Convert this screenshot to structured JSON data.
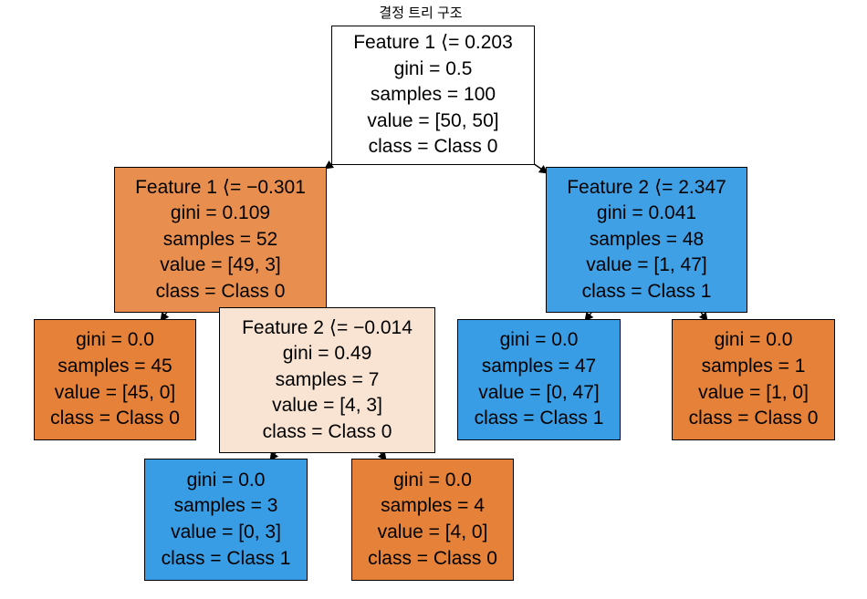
{
  "title": "결정 트리 구조",
  "colors": {
    "class0_orange": "#e58139",
    "class1_blue": "#399de5",
    "left_split_orange": "#e88f50",
    "right_split_blue": "#3fa0e6",
    "mid_split_cream": "#f9e4d3",
    "root_white": "#ffffff",
    "edge_black": "#000000",
    "text_black": "#000000"
  },
  "nodes": {
    "root": {
      "fill": "#ffffff",
      "lines": [
        "Feature 1 ⟨= 0.203",
        "gini = 0.5",
        "samples = 100",
        "value = [50, 50]",
        "class = Class 0"
      ]
    },
    "left": {
      "fill": "#e88f50",
      "lines": [
        "Feature 1 ⟨= −0.301",
        "gini = 0.109",
        "samples = 52",
        "value = [49, 3]",
        "class = Class 0"
      ]
    },
    "right": {
      "fill": "#3fa0e6",
      "lines": [
        "Feature 2 ⟨= 2.347",
        "gini = 0.041",
        "samples = 48",
        "value = [1, 47]",
        "class = Class 1"
      ]
    },
    "leaf_ll": {
      "fill": "#e58139",
      "lines": [
        "gini = 0.0",
        "samples = 45",
        "value = [45, 0]",
        "class = Class 0"
      ]
    },
    "mid": {
      "fill": "#f9e4d3",
      "lines": [
        "Feature 2 ⟨= −0.014",
        "gini = 0.49",
        "samples = 7",
        "value = [4, 3]",
        "class = Class 0"
      ]
    },
    "leaf_rl": {
      "fill": "#399de5",
      "lines": [
        "gini = 0.0",
        "samples = 47",
        "value = [0, 47]",
        "class = Class 1"
      ]
    },
    "leaf_rr": {
      "fill": "#e58139",
      "lines": [
        "gini = 0.0",
        "samples = 1",
        "value = [1, 0]",
        "class = Class 0"
      ]
    },
    "leaf_bl": {
      "fill": "#399de5",
      "lines": [
        "gini = 0.0",
        "samples = 3",
        "value = [0, 3]",
        "class = Class 1"
      ]
    },
    "leaf_br": {
      "fill": "#e58139",
      "lines": [
        "gini = 0.0",
        "samples = 4",
        "value = [4, 0]",
        "class = Class 0"
      ]
    }
  }
}
